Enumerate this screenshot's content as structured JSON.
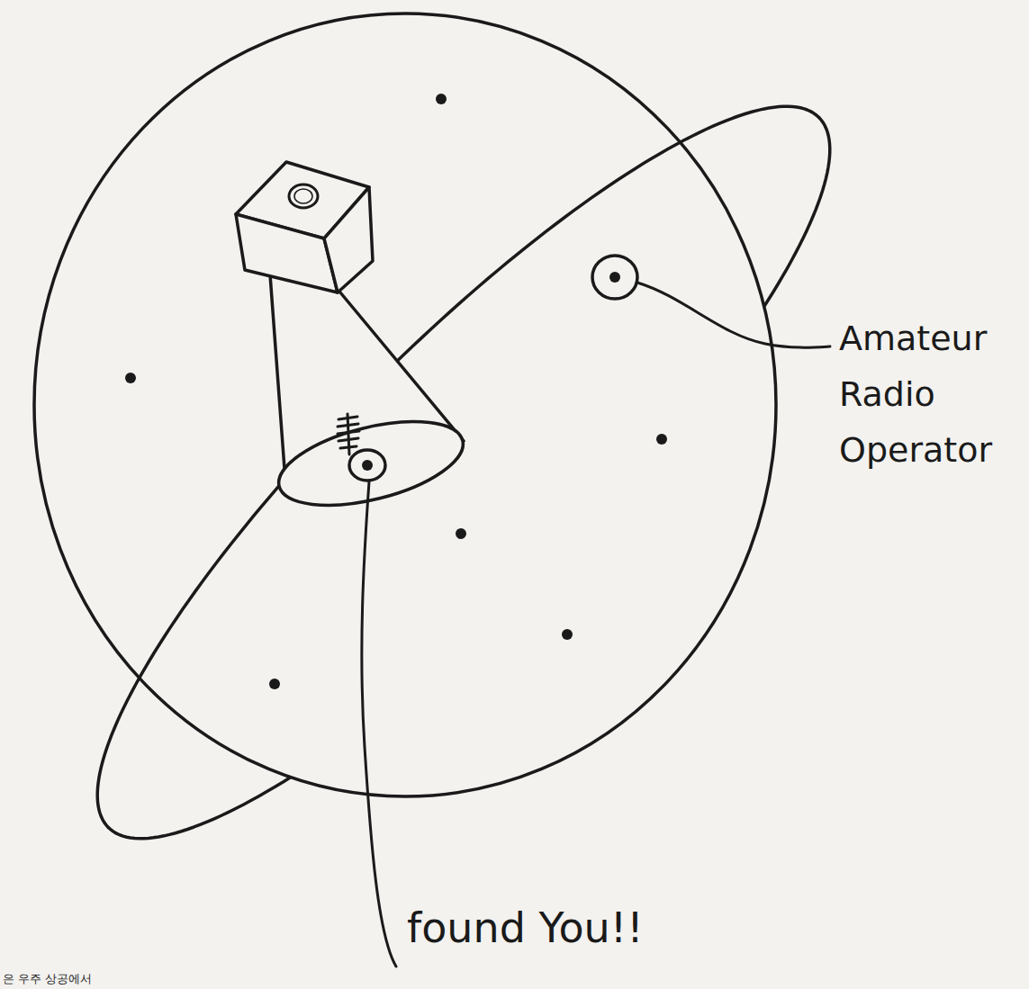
{
  "diagram": {
    "labels": [
      "Amateur Radio Operator",
      "found You!!",
      "은 우주 상공에서"
    ]
  }
}
